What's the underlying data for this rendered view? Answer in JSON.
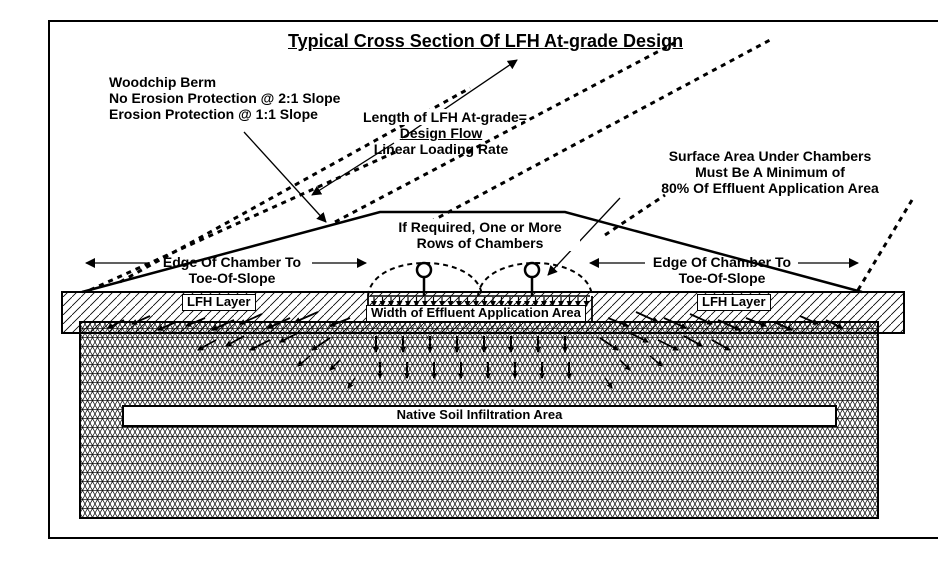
{
  "title": "Typical Cross Section Of LFH At-grade Design",
  "berm": {
    "line1": "Woodchip Berm",
    "line2": "No Erosion Protection @ 2:1 Slope",
    "line3": "Erosion Protection @ 1:1 Slope"
  },
  "length": {
    "line1": "Length of LFH At-grade=",
    "numerator": "Design Flow",
    "denominator": "Linear Loading Rate"
  },
  "surface_area": {
    "line1": "Surface Area Under Chambers",
    "line2": "Must Be A Minimum of",
    "line3": "80% Of Effluent Application Area"
  },
  "rows": {
    "line1": "If Required, One or More",
    "line2": "Rows of Chambers"
  },
  "edge_left": {
    "line1": "Edge Of Chamber To",
    "line2": "Toe-Of-Slope"
  },
  "edge_right": {
    "line1": "Edge Of Chamber To",
    "line2": "Toe-Of-Slope"
  },
  "lfh_left": "LFH Layer",
  "lfh_right": "LFH Layer",
  "width_label": "Width of Effluent Application Area",
  "native_soil": "Native Soil Infiltration Area",
  "colors": {
    "ink": "#000000",
    "paper": "#ffffff"
  }
}
